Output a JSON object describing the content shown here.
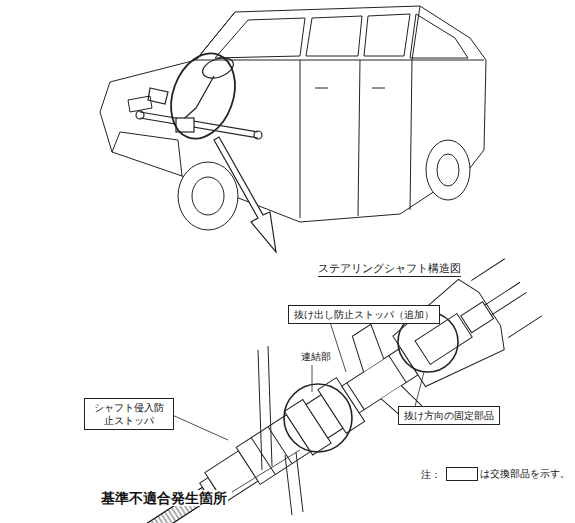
{
  "diagram": {
    "title": "ステアリングシャフト構造図",
    "nodes": [
      {
        "text": [
          "抜け出し防止ストッパ（追加）"
        ]
      },
      {
        "text": [
          "シャフト侵入防止ストッパ"
        ]
      },
      {
        "text": [
          "抜け方向の固定部品"
        ]
      }
    ],
    "edges": [],
    "labels": [
      "連結部",
      "基準不適合発生箇所",
      "注："
    ],
    "legend": [
      {
        "text": "は交換部品を示す。"
      }
    ]
  }
}
